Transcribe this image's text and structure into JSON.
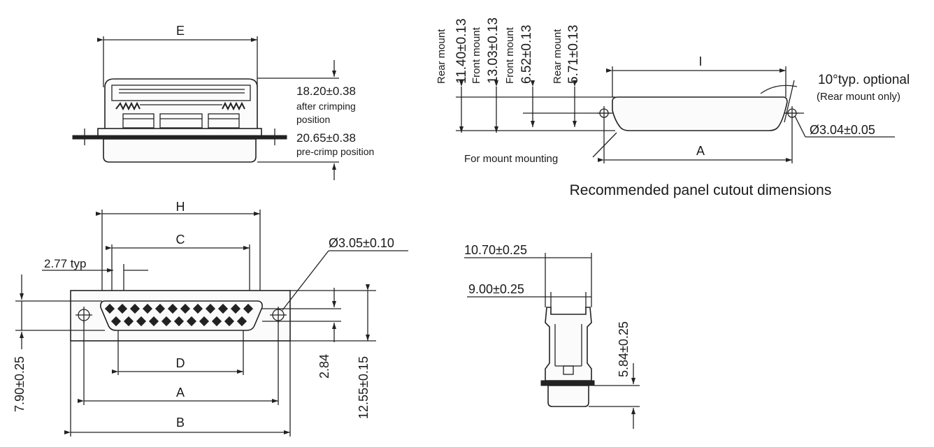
{
  "labels": {
    "E": "E",
    "dim_1820": "18.20±0.38",
    "after_crimping": "after crimping",
    "position": "position",
    "dim_2065": "20.65±0.38",
    "pre_crimp": "pre-crimp position",
    "rear_mount_1": "Rear mount",
    "dim_1140": "11.40±0.13",
    "front_mount_1": "Front mount",
    "dim_1303": "13.03±0.13",
    "front_mount_2": "Front mount",
    "dim_652": "6.52±0.13",
    "rear_mount_2": "Rear mount",
    "dim_571": "5.71±0.13",
    "I": "I",
    "ten_deg": "10°typ. optional",
    "rear_mount_only": "(Rear mount only)",
    "dia_304": "Ø3.04±0.05",
    "for_mount": "For mount mounting",
    "A_top": "A",
    "cutout_caption": "Recommended panel cutout dimensions",
    "H": "H",
    "C": "C",
    "typ_277": "2.77 typ",
    "dia_305": "Ø3.05±0.10",
    "D": "D",
    "A_bottom": "A",
    "B": "B",
    "dim_790": "7.90±0.25",
    "dim_284": "2.84",
    "dim_1255": "12.55±0.15",
    "dim_1070": "10.70±0.25",
    "dim_900": "9.00±0.25",
    "dim_584": "5.84±0.25"
  }
}
